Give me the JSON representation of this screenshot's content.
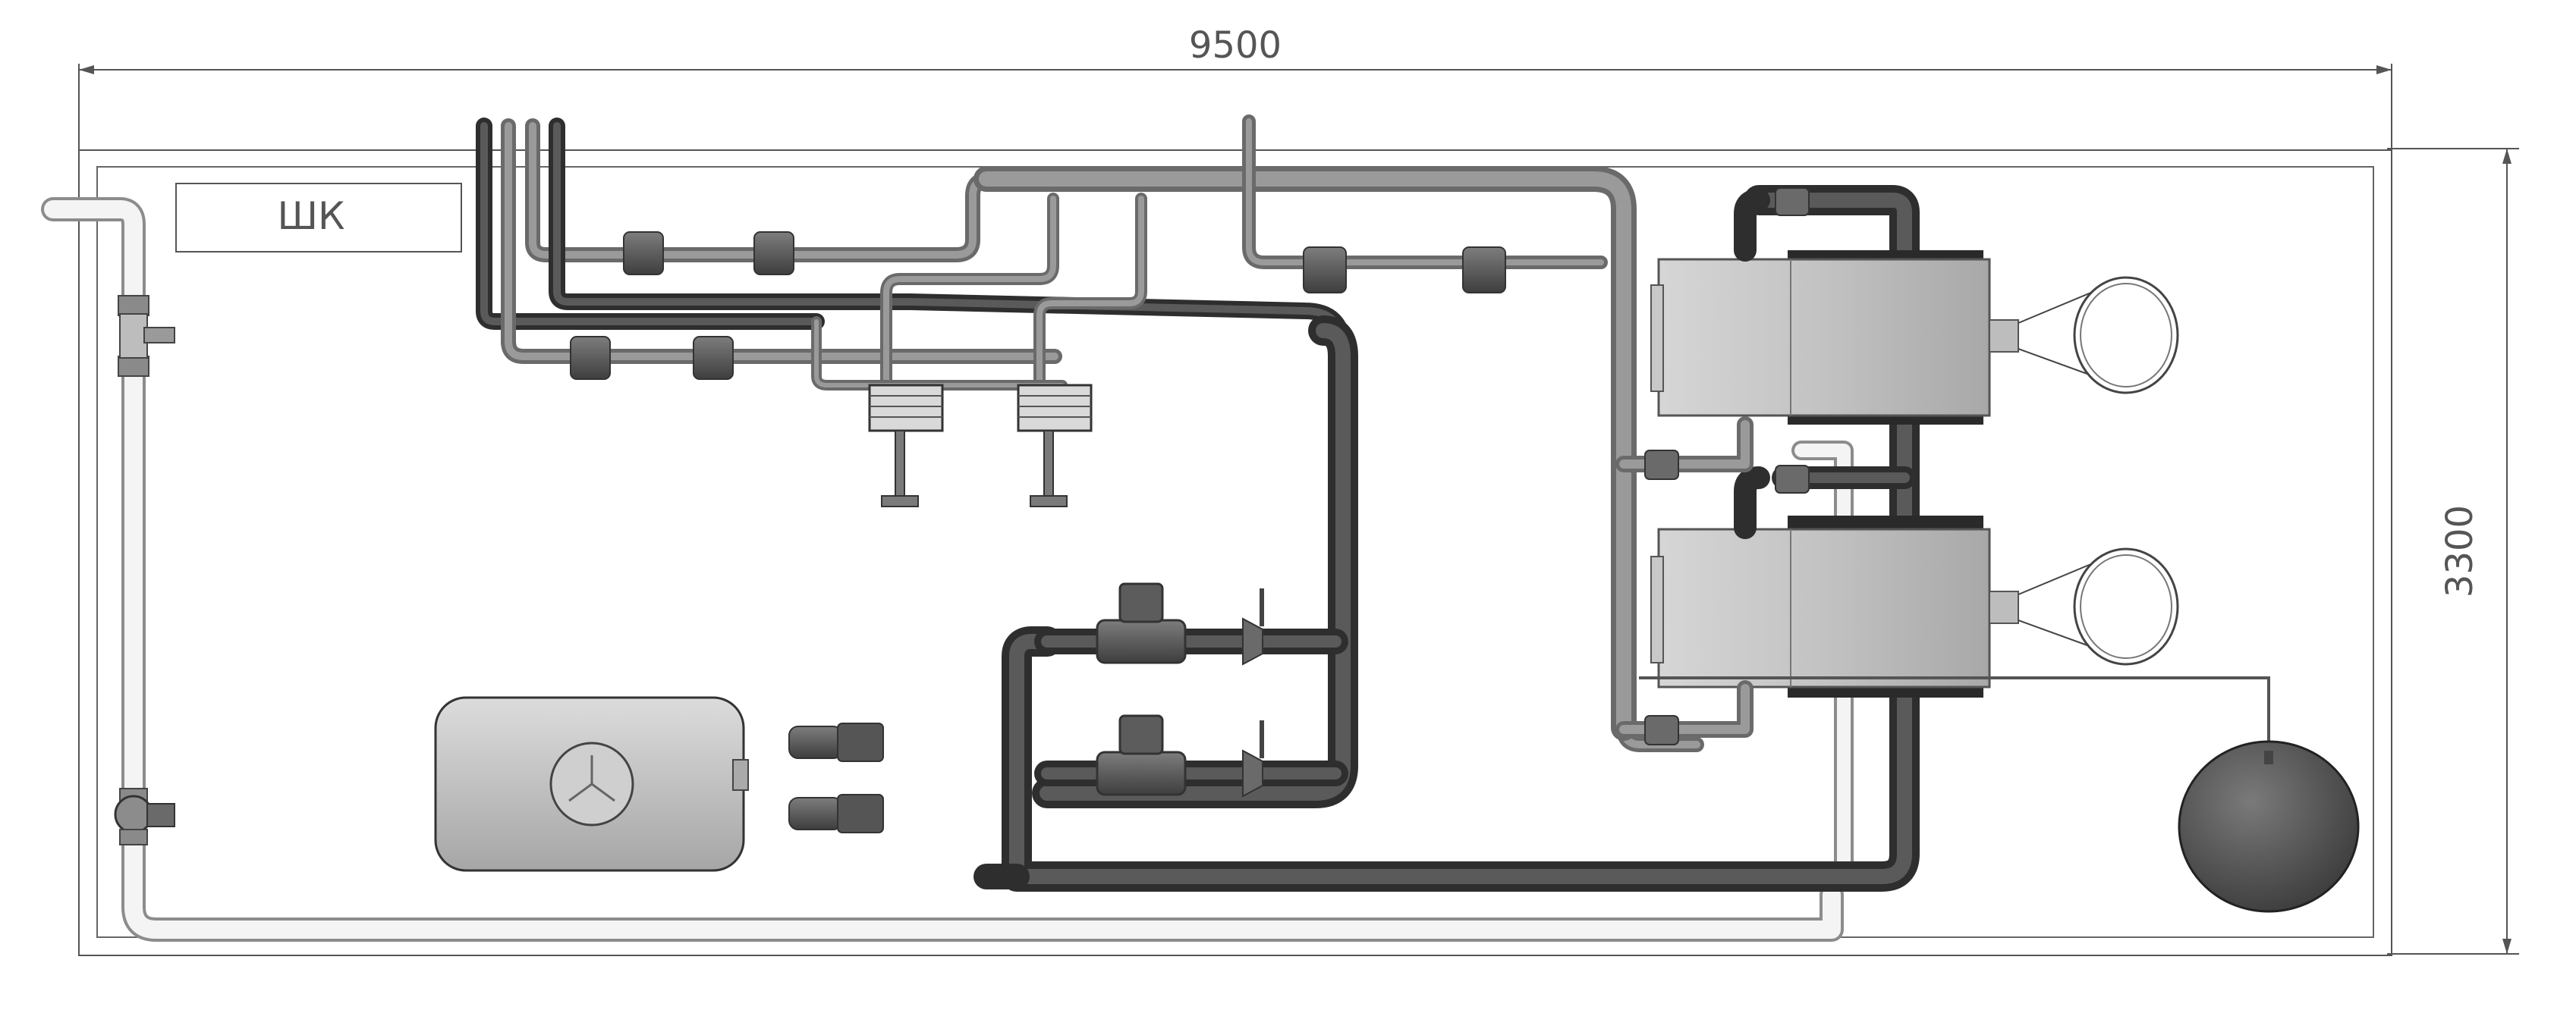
{
  "dimensions": {
    "width_label": "9500",
    "height_label": "3300"
  },
  "cabinet": {
    "label": "ШК"
  },
  "colors": {
    "pipe_dark": "#2e2e2e",
    "pipe_mid": "#6a6a6a",
    "pipe_light": "#f4f4f4",
    "equipment": "#bdbdbd",
    "outline": "#555555"
  }
}
